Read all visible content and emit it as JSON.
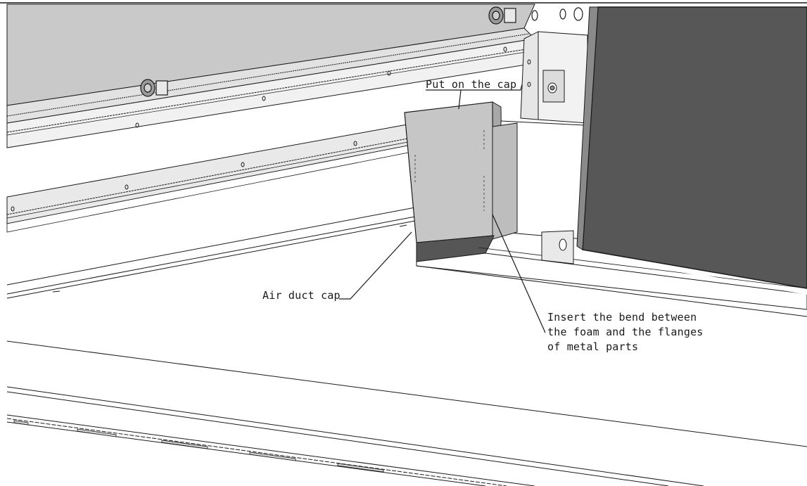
{
  "callouts": {
    "put_on_cap": "Put on the cap",
    "air_duct_cap": "Air duct cap",
    "insert_bend": [
      "Insert the bend between",
      "the foam and the flanges",
      "of metal parts"
    ]
  },
  "colors": {
    "line": "#1a1a1a",
    "panel_light": "#c8c8c8",
    "panel_mid": "#b4b4b4",
    "panel_dark": "#4a4a4a",
    "door_dark": "#575757",
    "rail": "#e6e6e6"
  }
}
